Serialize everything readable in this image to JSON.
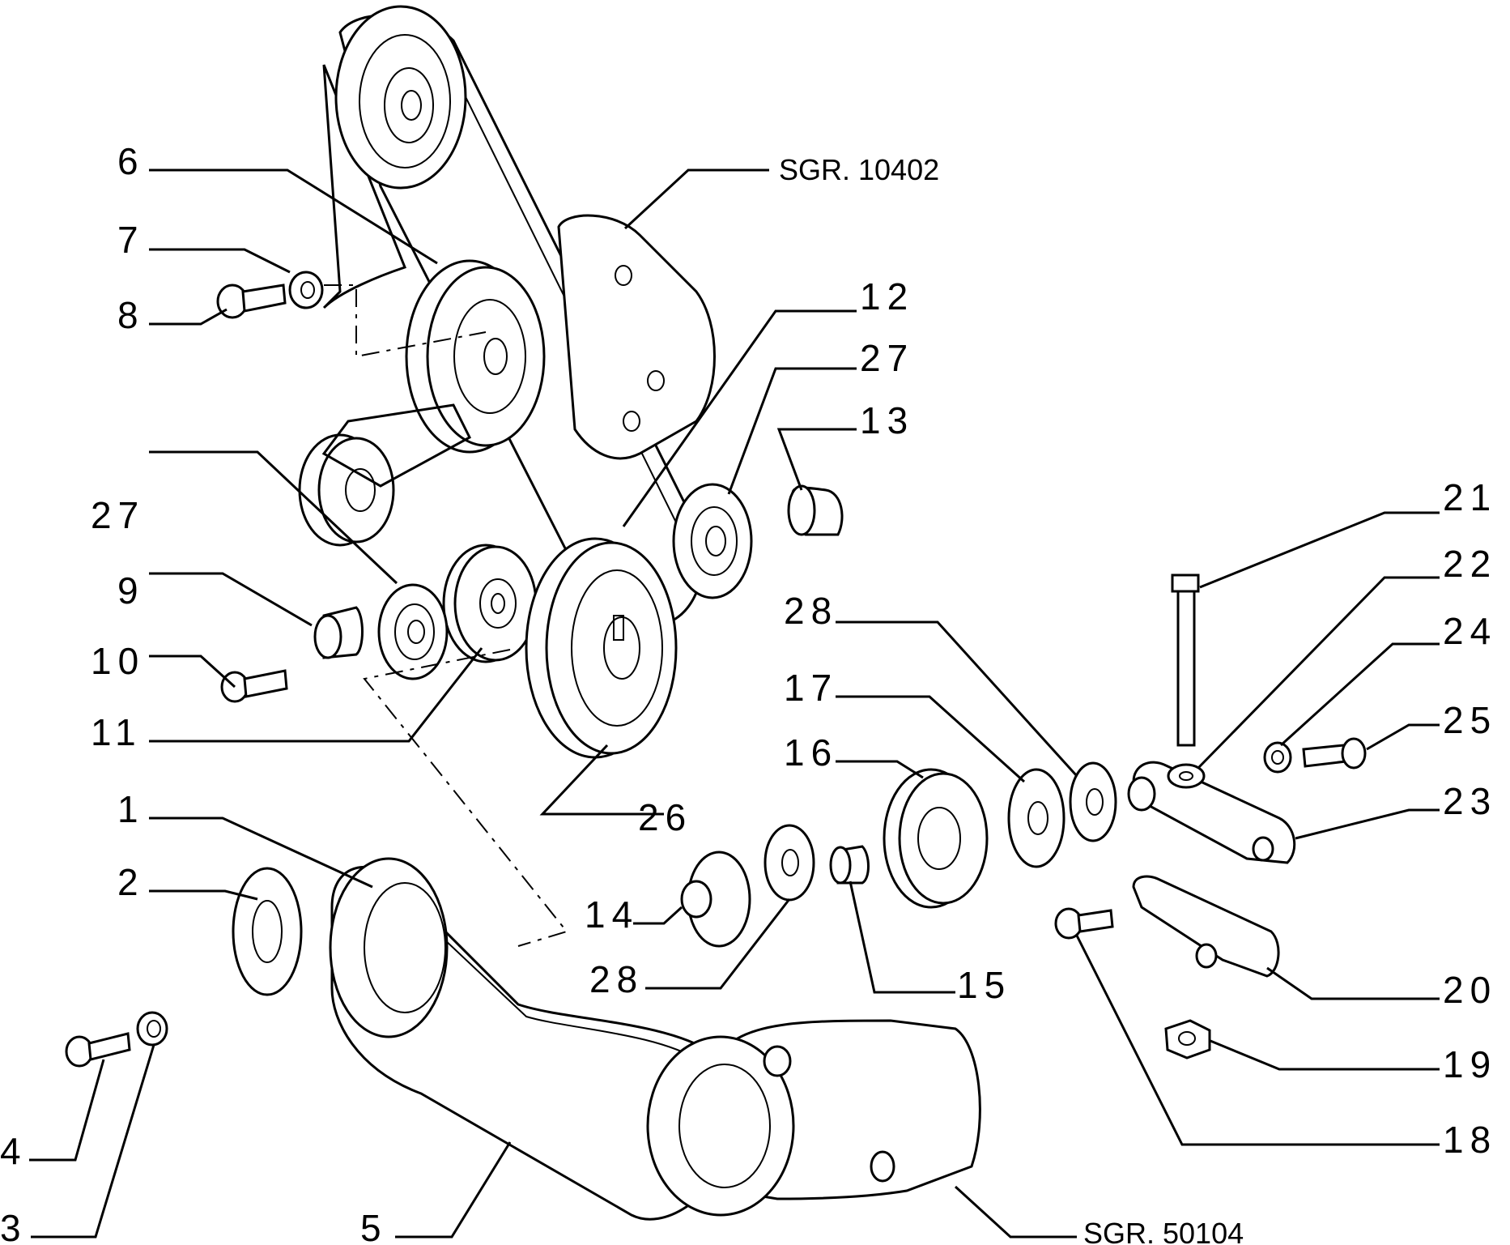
{
  "callouts": {
    "c1": "1",
    "c2": "2",
    "c3": "3",
    "c4": "4",
    "c5": "5",
    "c6": "6",
    "c7": "7",
    "c8": "8",
    "c9": "9",
    "c10": "10",
    "c11": "11",
    "c12": "12",
    "c13": "13",
    "c14": "14",
    "c15": "15",
    "c16": "16",
    "c17": "17",
    "c18": "18",
    "c19": "19",
    "c20": "20",
    "c21": "21",
    "c22": "22",
    "c23": "23",
    "c24": "24",
    "c25": "25",
    "c26": "26",
    "c27a": "27",
    "c27b": "27",
    "c28a": "28",
    "c28b": "28"
  },
  "references": {
    "top": "SGR. 10402",
    "bottom": "SGR. 50104"
  }
}
